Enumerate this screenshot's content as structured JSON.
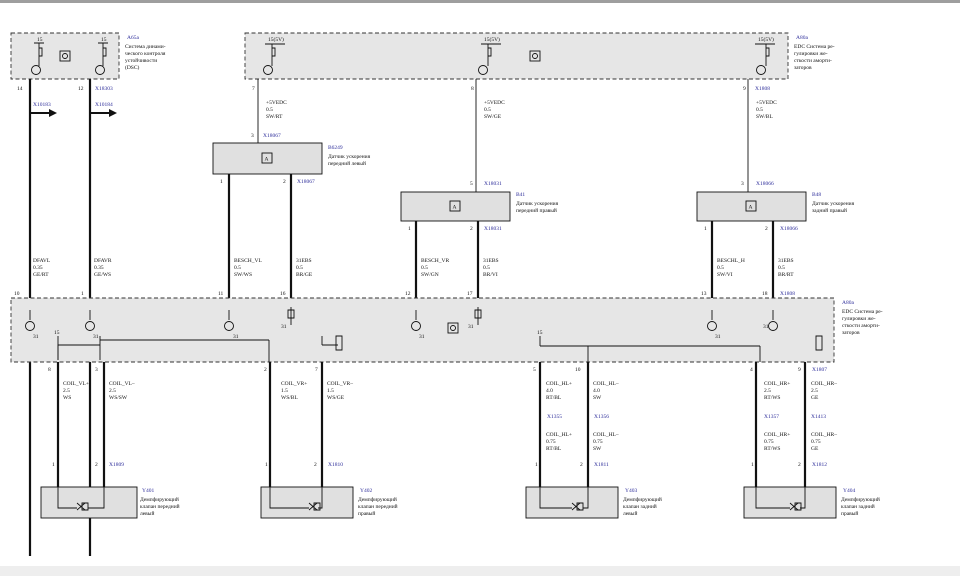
{
  "modules": {
    "dsc": {
      "id": "A65a",
      "desc": [
        "Система динами-",
        "ческого контроля",
        "устойчивости",
        "(DSC)"
      ],
      "ints": [
        "15",
        "15"
      ]
    },
    "edc_top": {
      "id": "A80a",
      "desc": [
        "EDC Система ре-",
        "гулировки же-",
        "сткости аморти-",
        "заторов"
      ],
      "ints": [
        "15(5V)",
        "15(5V)",
        "15(5V)"
      ]
    },
    "edc_main": {
      "id": "A80a",
      "desc": [
        "EDC Система ре-",
        "гулировки же-",
        "сткости аморти-",
        "заторов"
      ]
    }
  },
  "sensors": [
    {
      "id": "B6249",
      "desc": [
        "Датчик ускорения",
        "передний левый"
      ],
      "conn_in": "X18067",
      "conn_out": "X18067",
      "pin_in": "3",
      "pins": [
        "1",
        "2"
      ]
    },
    {
      "id": "B41",
      "desc": [
        "Датчик ускорения",
        "передний правый"
      ],
      "conn_in": "X18031",
      "conn_out": "X18031",
      "pin_in": "5",
      "pins": [
        "1",
        "2"
      ]
    },
    {
      "id": "B48",
      "desc": [
        "Датчик ускорения",
        "задний правый"
      ],
      "conn_in": "X18066",
      "conn_out": "X18066",
      "pin_in": "3",
      "pins": [
        "1",
        "2"
      ]
    }
  ],
  "valves": [
    {
      "id": "Y401",
      "desc": [
        "Демпфирующий",
        "клапан передний",
        "левый"
      ],
      "conn": "X1809",
      "pins": [
        "1",
        "2"
      ]
    },
    {
      "id": "Y402",
      "desc": [
        "Демпфирующий",
        "клапан передний",
        "правый"
      ],
      "conn": "X1810",
      "pins": [
        "1",
        "2"
      ]
    },
    {
      "id": "Y403",
      "desc": [
        "Демпфирующий",
        "клапан задний",
        "левый"
      ],
      "conn": "X1811",
      "pins": [
        "1",
        "2"
      ]
    },
    {
      "id": "Y404",
      "desc": [
        "Демпфирующий",
        "клапан задний",
        "правый"
      ],
      "conn": "X1812",
      "pins": [
        "1",
        "2"
      ]
    }
  ],
  "dsc_pins": [
    "14",
    "12"
  ],
  "dsc_conns": [
    "X18303"
  ],
  "dsc_out": [
    "X10183",
    "X10184"
  ],
  "edc_top_pins": [
    "7",
    "8",
    "9"
  ],
  "edc_top_conn": "X1808",
  "supply": [
    {
      "name": "+5VEDC",
      "size": "0.5",
      "color": "SW/RT"
    },
    {
      "name": "+5VEDC",
      "size": "0.5",
      "color": "SW/GE"
    },
    {
      "name": "+5VEDC",
      "size": "0.5",
      "color": "SW/BL"
    }
  ],
  "sig_wires": [
    {
      "name": "DFAVL",
      "size": "0.35",
      "color": "GE/RT"
    },
    {
      "name": "DFAVR",
      "size": "0.35",
      "color": "GE/WS"
    },
    {
      "name": "BESCH_VL",
      "size": "0.5",
      "color": "SW/WS"
    },
    {
      "name": "31EBS",
      "size": "0.5",
      "color": "BR/GE"
    },
    {
      "name": "BESCH_VR",
      "size": "0.5",
      "color": "SW/GN"
    },
    {
      "name": "31EBS",
      "size": "0.5",
      "color": "BR/VI"
    },
    {
      "name": "BESCHL_H",
      "size": "0.5",
      "color": "SW/VI"
    },
    {
      "name": "31EBS",
      "size": "0.5",
      "color": "BR/RT"
    }
  ],
  "edc_in_pins": [
    "10",
    "1",
    "11",
    "16",
    "12",
    "17",
    "13",
    "18"
  ],
  "edc_in_conn": "X1808",
  "ground": "31",
  "batt": "15",
  "coil_pins": [
    "8",
    "3",
    "2",
    "7",
    "5",
    "10",
    "4",
    "9"
  ],
  "coil_conn": "X1807",
  "coils": [
    {
      "name": "COIL_VL+",
      "size": "2.5",
      "color": "WS"
    },
    {
      "name": "COIL_VL–",
      "size": "2.5",
      "color": "WS/SW"
    },
    {
      "name": "COIL_VR+",
      "size": "1.5",
      "color": "WS/BL"
    },
    {
      "name": "COIL_VR–",
      "size": "1.5",
      "color": "WS/GE"
    },
    {
      "name": "COIL_HL+",
      "size": "4.0",
      "color": "RT/BL"
    },
    {
      "name": "COIL_HL–",
      "size": "4.0",
      "color": "SW"
    },
    {
      "name": "COIL_HR+",
      "size": "2.5",
      "color": "RT/WS"
    },
    {
      "name": "COIL_HR–",
      "size": "2.5",
      "color": "GE"
    }
  ],
  "splices": [
    "X1355",
    "X1356",
    "X1357",
    "X1413"
  ],
  "coils_lower": [
    {
      "name": "COIL_HL+",
      "size": "0.75",
      "color": "RT/BL"
    },
    {
      "name": "COIL_HL–",
      "size": "0.75",
      "color": "SW"
    },
    {
      "name": "COIL_HR+",
      "size": "0.75",
      "color": "RT/WS"
    },
    {
      "name": "COIL_HR–",
      "size": "0.75",
      "color": "GE"
    }
  ],
  "sensor_symbol": "A"
}
